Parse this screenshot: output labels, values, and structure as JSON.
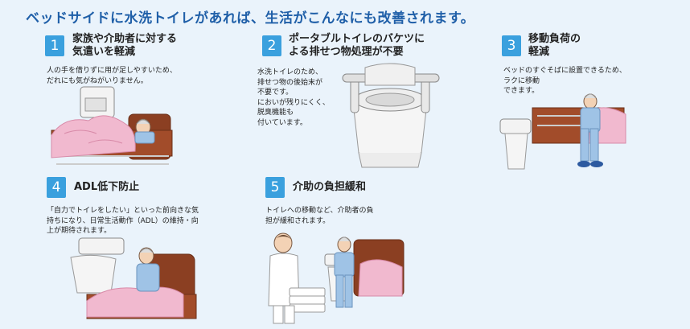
{
  "headline": "ベッドサイドに水洗トイレがあれば、生活がこんなにも改善されます。",
  "items": [
    {
      "number": "1",
      "title": "家族や介助者に対する\n気遣いを軽減",
      "description": "人の手を借りずに用が足しやすいため、\nだれにも気がねがいりません。"
    },
    {
      "number": "2",
      "title": "ポータブルトイレのバケツに\nよる排せつ物処理が不要",
      "description": "水洗トイレのため、\n排せつ物の後始末が\n不要です。\nにおいが残りにくく、\n脱臭機能も\n付いています。"
    },
    {
      "number": "3",
      "title": "移動負荷の\n軽減",
      "description": "ベッドのすぐそばに設置できるため、\nラクに移動\nできます。"
    },
    {
      "number": "4",
      "title": "ADL低下防止",
      "description": "「自力でトイレをしたい」といった前向きな気\n持ちになり、日常生活動作（ADL）の維持・向\n上が期待されます。"
    },
    {
      "number": "5",
      "title": "介助の負担緩和",
      "description": "トイレへの移動など、介助者の負\n担が緩和されます。"
    }
  ],
  "colors": {
    "accent": "#3aa0de",
    "headline": "#1f5fa8",
    "background": "#eaf3fb",
    "bed_frame": "#9a4a2a",
    "futon": "#f1b9cf",
    "pajama": "#9fc3e6"
  }
}
